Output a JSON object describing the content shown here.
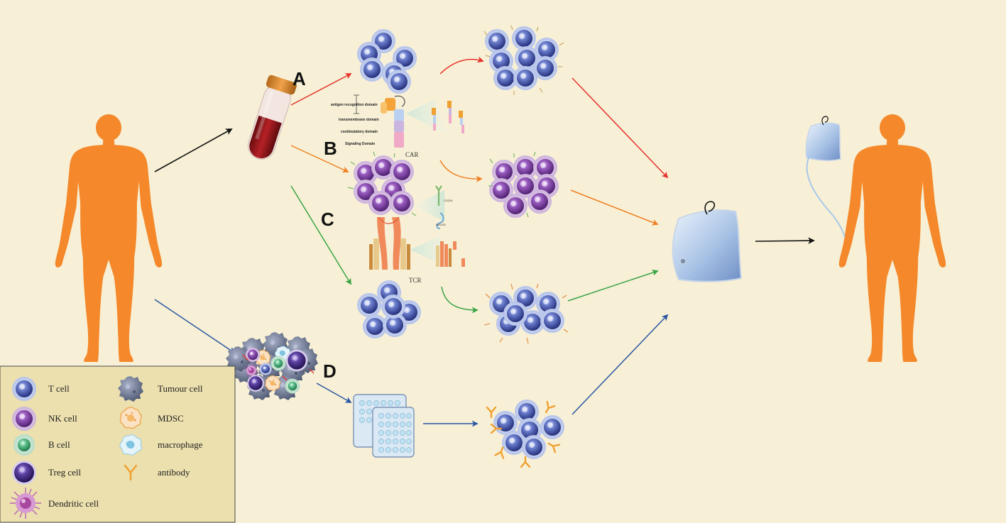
{
  "labels": {
    "a": "A",
    "b": "B",
    "c": "C",
    "d": "D",
    "car": "CAR",
    "tcr": "TCR"
  },
  "car_domains": [
    "antigen recognition domain",
    "transmembrane domain",
    "costimulatory domain",
    "Signaling Domain"
  ],
  "receptor_labels": {
    "cd226": "CD226",
    "nkg2d": "NKG2D"
  },
  "legend": {
    "items": [
      {
        "label": "T cell"
      },
      {
        "label": "NK cell"
      },
      {
        "label": "B cell"
      },
      {
        "label": "Treg cell"
      },
      {
        "label": "Dendritic cell"
      },
      {
        "label": "Tumour cell"
      },
      {
        "label": "MDSC"
      },
      {
        "label": "macrophage"
      },
      {
        "label": "antibody"
      }
    ]
  },
  "colors": {
    "background": "#f7f0d6",
    "human": "#f4882a",
    "arrow_a": "#e8322c",
    "arrow_b": "#f07f22",
    "arrow_c": "#3aa446",
    "arrow_d": "#2a55a3",
    "arrow_main": "#111111",
    "t_cell": "#3e4f9e",
    "nk_cell": "#7b3f99",
    "legend_bg": "#ece0ae"
  }
}
